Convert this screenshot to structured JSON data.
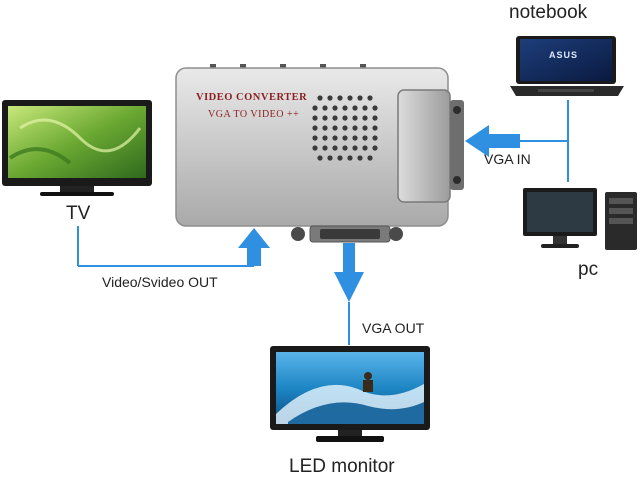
{
  "device": {
    "title": "VIDEO CONVERTER",
    "subtitle": "VGA TO VIDEO ++"
  },
  "labels": {
    "notebook": "notebook",
    "notebook_brand": "ASUS",
    "tv": "TV",
    "pc": "pc",
    "led_monitor": "LED monitor",
    "vga_in": "VGA IN",
    "vga_out": "VGA OUT",
    "video_out": "Video/Svideo OUT"
  },
  "colors": {
    "connector_line": "#2f8fe0",
    "arrow": "#2f8fe0",
    "device_body": "#c8c8c8"
  }
}
